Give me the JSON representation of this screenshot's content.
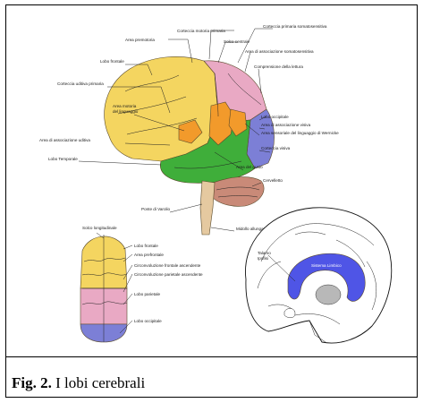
{
  "caption": {
    "prefix": "Fig. 2.",
    "text": " I lobi cerebrali"
  },
  "colors": {
    "frontal": "#f4d560",
    "parietal": "#e9a9c4",
    "temporal": "#3fae3a",
    "occipital": "#7c7fd6",
    "cerebellum": "#c98a78",
    "brainstem": "#e5c9a0",
    "motor_area": "#f29a2b",
    "limbic": "#4f55e6"
  },
  "lateral_labels": {
    "l1": "Area premotoria",
    "l2": "Corteccia motoria primaria",
    "l3": "Corteccia primaria somatosensitiva",
    "l4": "Solco centrale",
    "l5": "Area di associazione somatosensitiva",
    "l6": "Lobo frontale",
    "l7": "Comprensione della lettura",
    "l8": "Corteccia uditiva primaria",
    "l9": "Area motoria del linguaggio",
    "l10": "Lobo occipitale",
    "l11": "Area di associazione visiva",
    "l12": "Area sensoriale del linguaggio di Wernicke",
    "l13": "Area di associazione uditiva",
    "l14": "Corteccia visiva",
    "l15": "Lobo Temporale",
    "l16": "Area del gusto",
    "l17": "Cervelletto",
    "l18": "Ponte di Varolio",
    "l19": "Midollo allungato"
  },
  "top_labels": {
    "t1": "Solco longitudinale",
    "t2": "Lobo frontale",
    "t3": "Area prefrontale",
    "t4": "Circonvoluzione frontale ascendente",
    "t5": "Circonvoluzione parietale ascendente",
    "t6": "Lobo parietale",
    "t7": "Lobo occipitale"
  },
  "medial_labels": {
    "m1": "Talamo",
    "m2": "Ipofisi",
    "m3": "Sistema Limbico"
  }
}
